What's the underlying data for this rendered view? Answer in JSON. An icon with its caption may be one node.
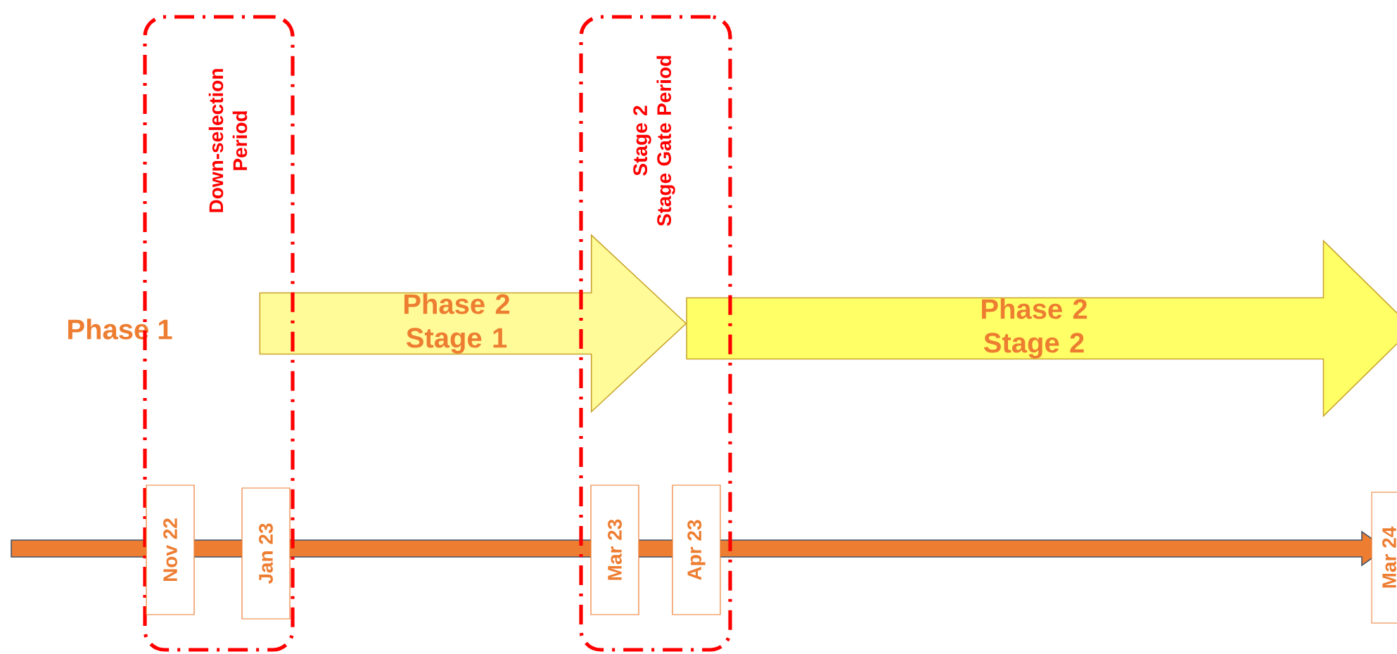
{
  "diagram": {
    "nodes": [
      {
        "text": [
          "Down-selection Period"
        ]
      },
      {
        "text": [
          "Stage 2",
          "Stage Gate Period"
        ]
      },
      {
        "text": [
          "Phase 2 Stage 1"
        ]
      },
      {
        "text": [
          "Phase 2 Stage 2"
        ]
      },
      {
        "text": [
          "Nov 22"
        ],
        "in": 0
      },
      {
        "text": [
          "Jan 23"
        ],
        "in": 0
      },
      {
        "text": [
          "Mar 23"
        ],
        "in": 1
      },
      {
        "text": [
          "Apr 23"
        ],
        "in": 1
      },
      {
        "text": [
          "Mar 24"
        ]
      }
    ],
    "edges": [],
    "labels": [
      "Phase 1"
    ]
  }
}
